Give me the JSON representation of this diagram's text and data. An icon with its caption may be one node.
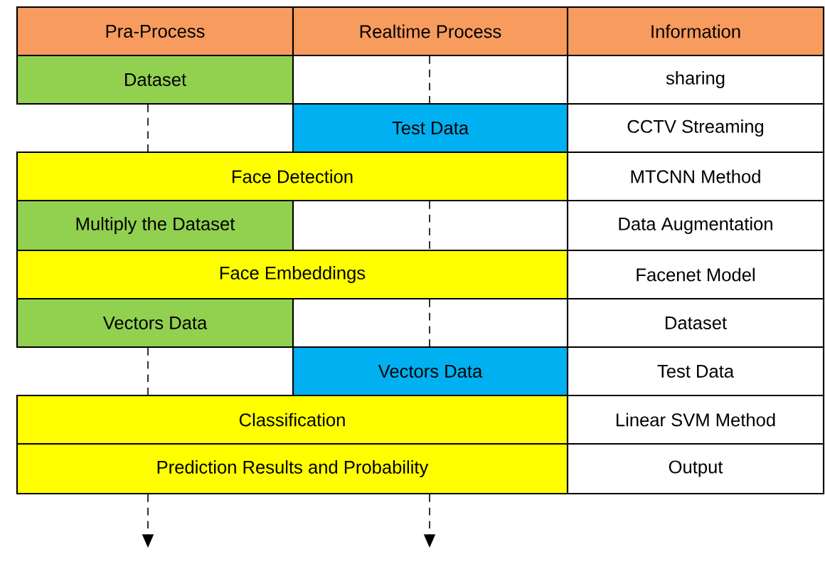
{
  "diagram": {
    "nodes": [
      {
        "text": [
          "Pra-Process"
        ]
      },
      {
        "text": [
          "Realtime Process"
        ]
      },
      {
        "text": [
          "Information"
        ]
      },
      {
        "text": [
          "Dataset"
        ]
      },
      {
        "text": [
          "sharing"
        ]
      },
      {
        "text": [
          "Test Data"
        ]
      },
      {
        "text": [
          "CCTV Streaming"
        ]
      },
      {
        "text": [
          "Face Detection"
        ]
      },
      {
        "text": [
          "MTCNN Method"
        ]
      },
      {
        "text": [
          "Multiply the Dataset"
        ]
      },
      {
        "text": [
          "Data Augmentation"
        ]
      },
      {
        "text": [
          "Face Embeddings"
        ]
      },
      {
        "text": [
          "Facenet Model"
        ]
      },
      {
        "text": [
          "Vectors Data"
        ]
      },
      {
        "text": [
          "Dataset"
        ]
      },
      {
        "text": [
          "Vectors Data"
        ]
      },
      {
        "text": [
          "Test Data"
        ]
      },
      {
        "text": [
          "Classification"
        ]
      },
      {
        "text": [
          "Linear SVM Method"
        ]
      },
      {
        "text": [
          "Prediction Results and Probability"
        ]
      },
      {
        "text": [
          "Output"
        ]
      }
    ],
    "edges": [
      {
        "from": 1,
        "to": 5,
        "arrow": "none",
        "style": "dashed"
      },
      {
        "from": 3,
        "to": 7,
        "arrow": "none",
        "style": "dashed"
      },
      {
        "from": 7,
        "to": 11,
        "arrow": "none",
        "style": "dashed"
      },
      {
        "from": 11,
        "to": 15,
        "arrow": "none",
        "style": "dashed"
      },
      {
        "from": 13,
        "to": 17,
        "arrow": "none",
        "style": "dashed"
      },
      {
        "from": 19,
        "to": null,
        "arrow": "to",
        "style": "dashed"
      },
      {
        "from": 19,
        "to": null,
        "arrow": "to",
        "style": "dashed"
      }
    ]
  }
}
